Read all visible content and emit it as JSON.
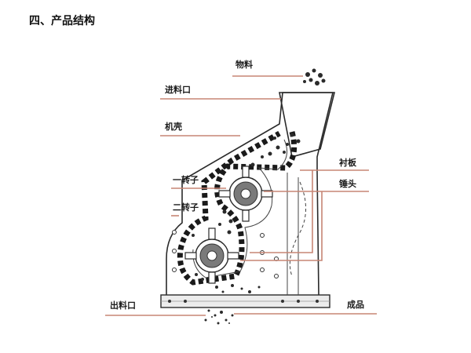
{
  "heading": "四、产品结构",
  "labels": {
    "material": "物料",
    "inlet": "进料口",
    "housing": "机壳",
    "rotor1": "一转子",
    "rotor2": "二转子",
    "outlet": "出料口",
    "liner": "衬板",
    "hammer": "锤头",
    "product": "成品"
  },
  "colors": {
    "leader": "#c78575",
    "outline": "#2a2a2a",
    "rotor_hub": "#7a7a7a",
    "base": "#ececec"
  }
}
